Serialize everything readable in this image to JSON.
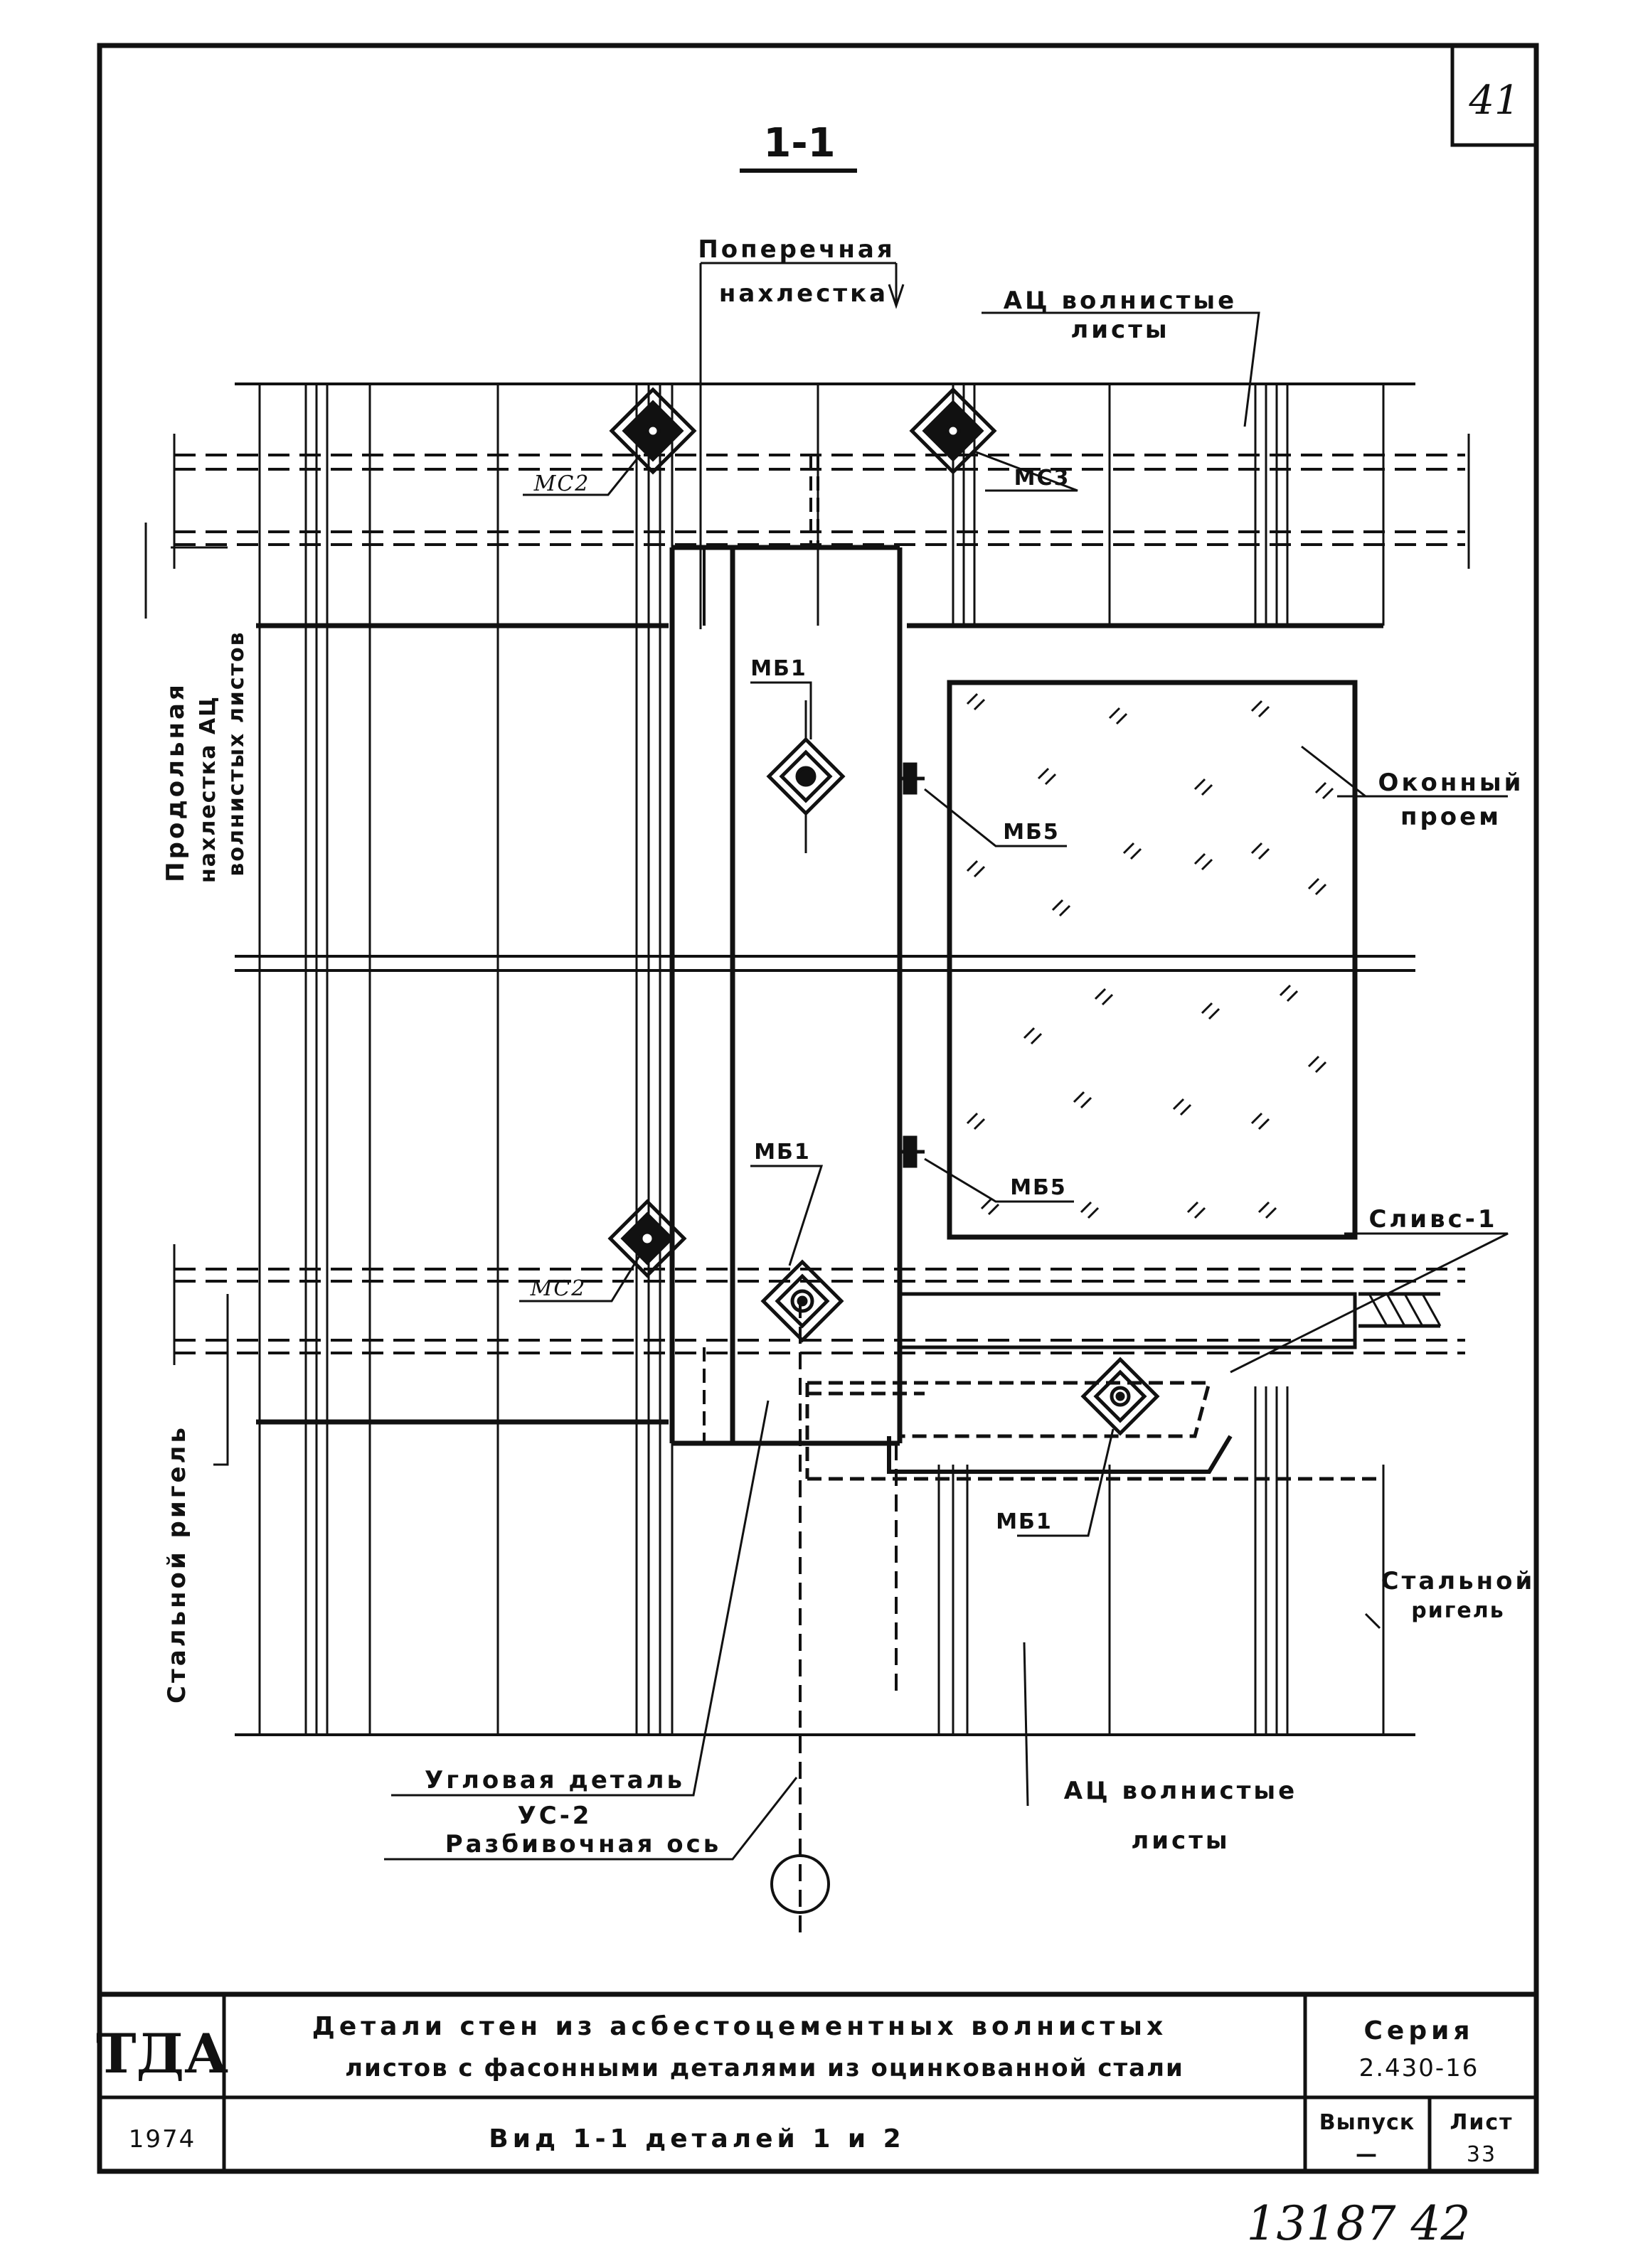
{
  "sheet_number": "41",
  "section_title": "1-1",
  "labels": {
    "transverse_overlap_1": "Поперечная",
    "transverse_overlap_2": "нахлестка",
    "ac_sheets_top_1": "АЦ волнистые",
    "ac_sheets_top_2": "листы",
    "longitudinal_overlap_1": "Продольная",
    "longitudinal_overlap_2": "нахлестка АЦ",
    "longitudinal_overlap_3": "волнистых листов",
    "window_opening_1": "Оконный",
    "window_opening_2": "проем",
    "sill": "Сливс-1",
    "steel_girder_left": "Стальной ригель",
    "steel_girder_right_1": "Стальной",
    "steel_girder_right_2": "ригель",
    "corner_part_1": "Угловая деталь",
    "corner_part_2": "УС-2",
    "layout_axis": "Разбивочная ось",
    "ac_sheets_bottom_1": "АЦ волнистые",
    "ac_sheets_bottom_2": "листы"
  },
  "markers": {
    "mc2_top": "МС2",
    "mc3": "МС3",
    "mb1_top": "МБ1",
    "mb5_top": "МБ5",
    "mb5_bottom": "МБ5",
    "mb1_mid": "МБ1",
    "mc2_bottom": "МС2",
    "mb1_bottom": "МБ1"
  },
  "title_block": {
    "logo": "ТДА",
    "title_line_1": "Детали стен из асбестоцементных волнистых",
    "title_line_2": "листов с фасонными деталями из оцинкованной стали",
    "series_label": "Серия",
    "series_value": "2.430-16",
    "year": "1974",
    "subtitle": "Вид 1-1 деталей 1 и 2",
    "issue_label": "Выпуск",
    "issue_value": "—",
    "sheet_label": "Лист",
    "sheet_value": "33"
  },
  "footer_handwritten": "13187 42"
}
